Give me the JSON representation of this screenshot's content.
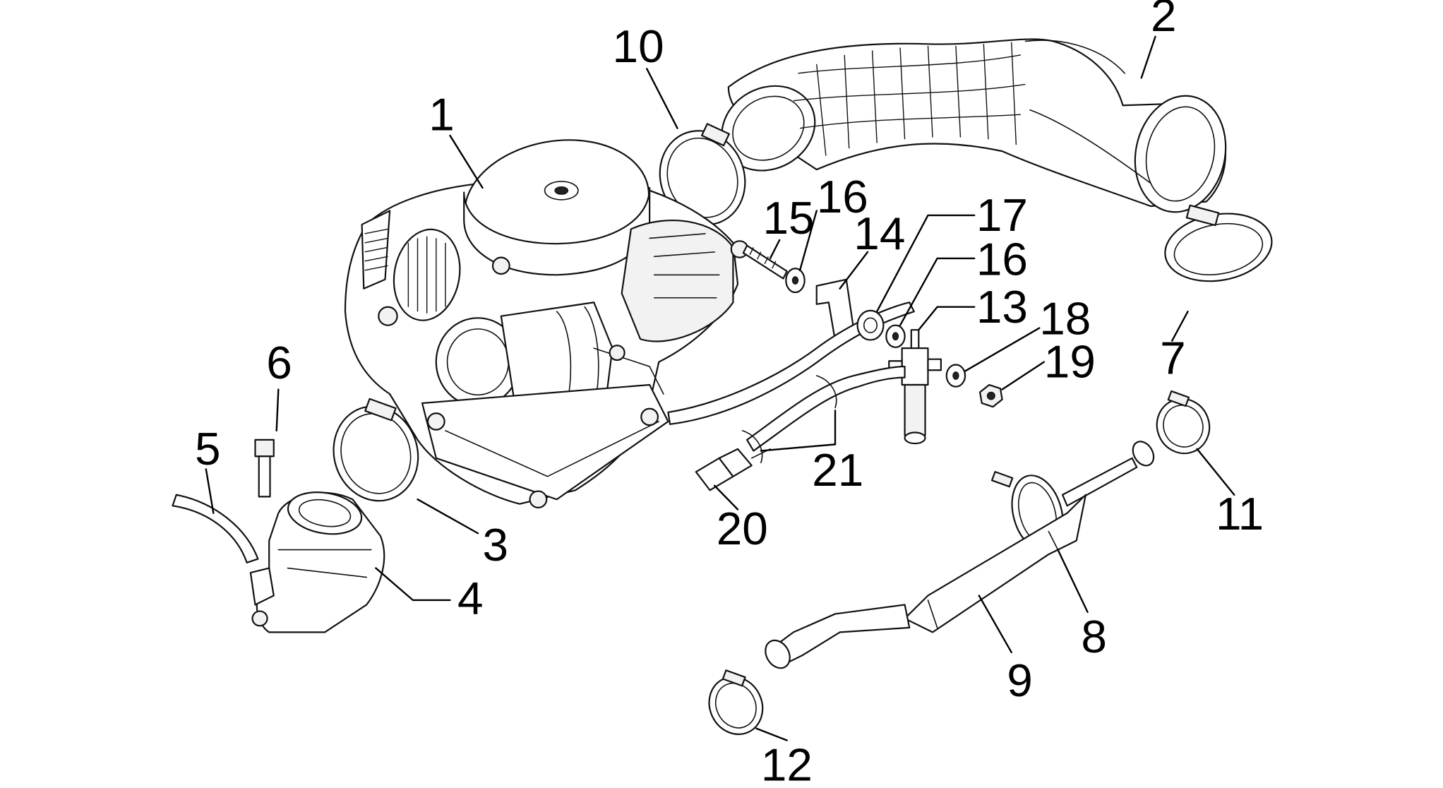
{
  "callouts": [
    {
      "id": "1",
      "label": "1"
    },
    {
      "id": "2",
      "label": "2"
    },
    {
      "id": "3",
      "label": "3"
    },
    {
      "id": "4",
      "label": "4"
    },
    {
      "id": "5",
      "label": "5"
    },
    {
      "id": "6",
      "label": "6"
    },
    {
      "id": "7",
      "label": "7"
    },
    {
      "id": "8",
      "label": "8"
    },
    {
      "id": "9",
      "label": "9"
    },
    {
      "id": "10",
      "label": "10"
    },
    {
      "id": "11",
      "label": "11"
    },
    {
      "id": "12",
      "label": "12"
    },
    {
      "id": "13",
      "label": "13"
    },
    {
      "id": "14",
      "label": "14"
    },
    {
      "id": "15",
      "label": "15"
    },
    {
      "id": "16a",
      "label": "16"
    },
    {
      "id": "16b",
      "label": "16"
    },
    {
      "id": "17",
      "label": "17"
    },
    {
      "id": "18",
      "label": "18"
    },
    {
      "id": "19",
      "label": "19"
    },
    {
      "id": "20",
      "label": "20"
    },
    {
      "id": "21",
      "label": "21"
    }
  ],
  "colors": {
    "line": "#111111",
    "background": "#ffffff"
  }
}
